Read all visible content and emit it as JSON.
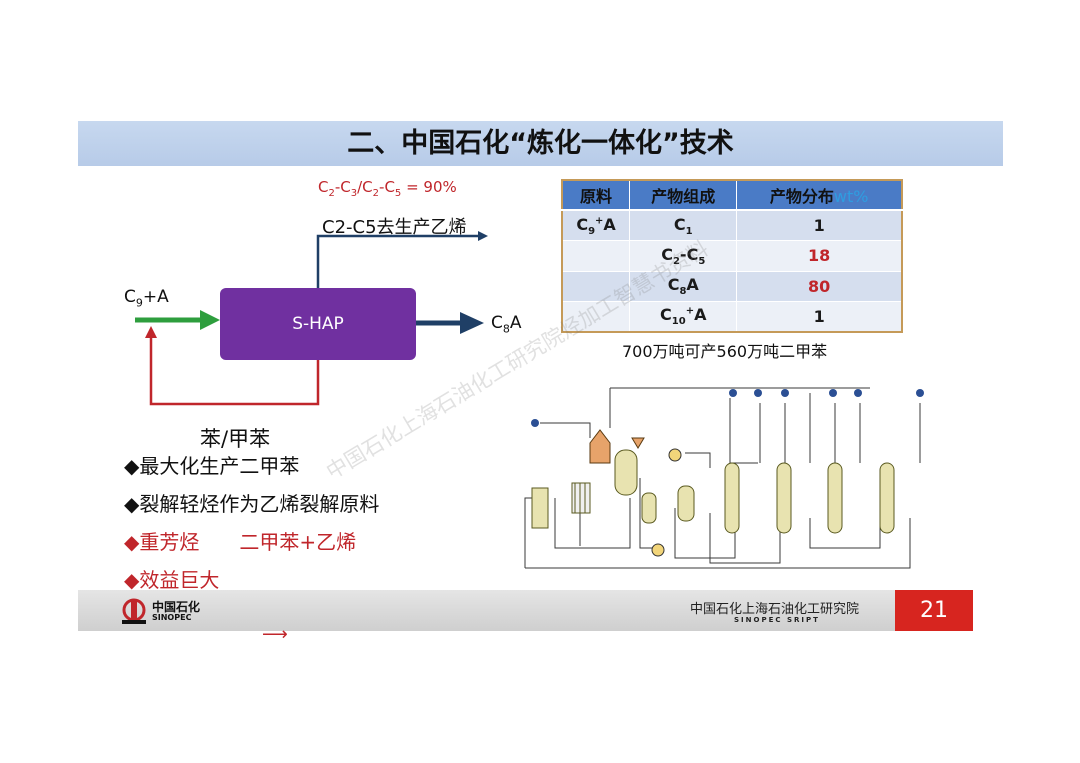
{
  "title": "二、中国石化“炼化一体化”技术",
  "ratio": {
    "c2": "2",
    "c3": "3",
    "c2b": "2",
    "c5": "5",
    "value": " = 90%"
  },
  "to_ethylene": "C2-C5去生产乙烯",
  "feed": {
    "base": "C",
    "sub": "9",
    "tail": "+A"
  },
  "reactor": "S-HAP",
  "product_c8a": {
    "base": "C",
    "sub": "8",
    "tail": "A"
  },
  "recycle": "苯/甲苯",
  "bullets": {
    "b1": "◆最大化生产二甲苯",
    "b2": "◆裂解轻烃作为乙烯裂解原料",
    "b3_a": "◆重芳烃",
    "b3_b": "二甲苯+乙烯",
    "b4": "◆效益巨大"
  },
  "table": {
    "headers": [
      "原料",
      "产物组成",
      "产物分布"
    ],
    "header_unit": "wt%",
    "rows": [
      {
        "feed": "C9+A",
        "comp": "C1",
        "dist": "1"
      },
      {
        "feed": "",
        "comp": "C2-C5",
        "dist": "18"
      },
      {
        "feed": "",
        "comp": "C8A",
        "dist": "80"
      },
      {
        "feed": "",
        "comp": "C10+A",
        "dist": "1"
      }
    ]
  },
  "capacity": "700万吨可产560万吨二甲苯",
  "watermark": "中国石化上海石油化工研究院烃加工智慧书资料",
  "footer": {
    "logo_cn": "中国石化",
    "logo_en": "SINOPEC",
    "institute_cn": "中国石化上海石油化工研究院",
    "institute_en": "SINOPEC SRIPT",
    "page": "21",
    "arrow": "⟶"
  },
  "colors": {
    "reactor": "#7030a0",
    "feed_arrow": "#2e9e3e",
    "recycle_line": "#c0262b",
    "product_line": "#1f3f66",
    "table_header": "#4a7bc6",
    "accent_red": "#c0262b",
    "page_box": "#d7251f"
  }
}
